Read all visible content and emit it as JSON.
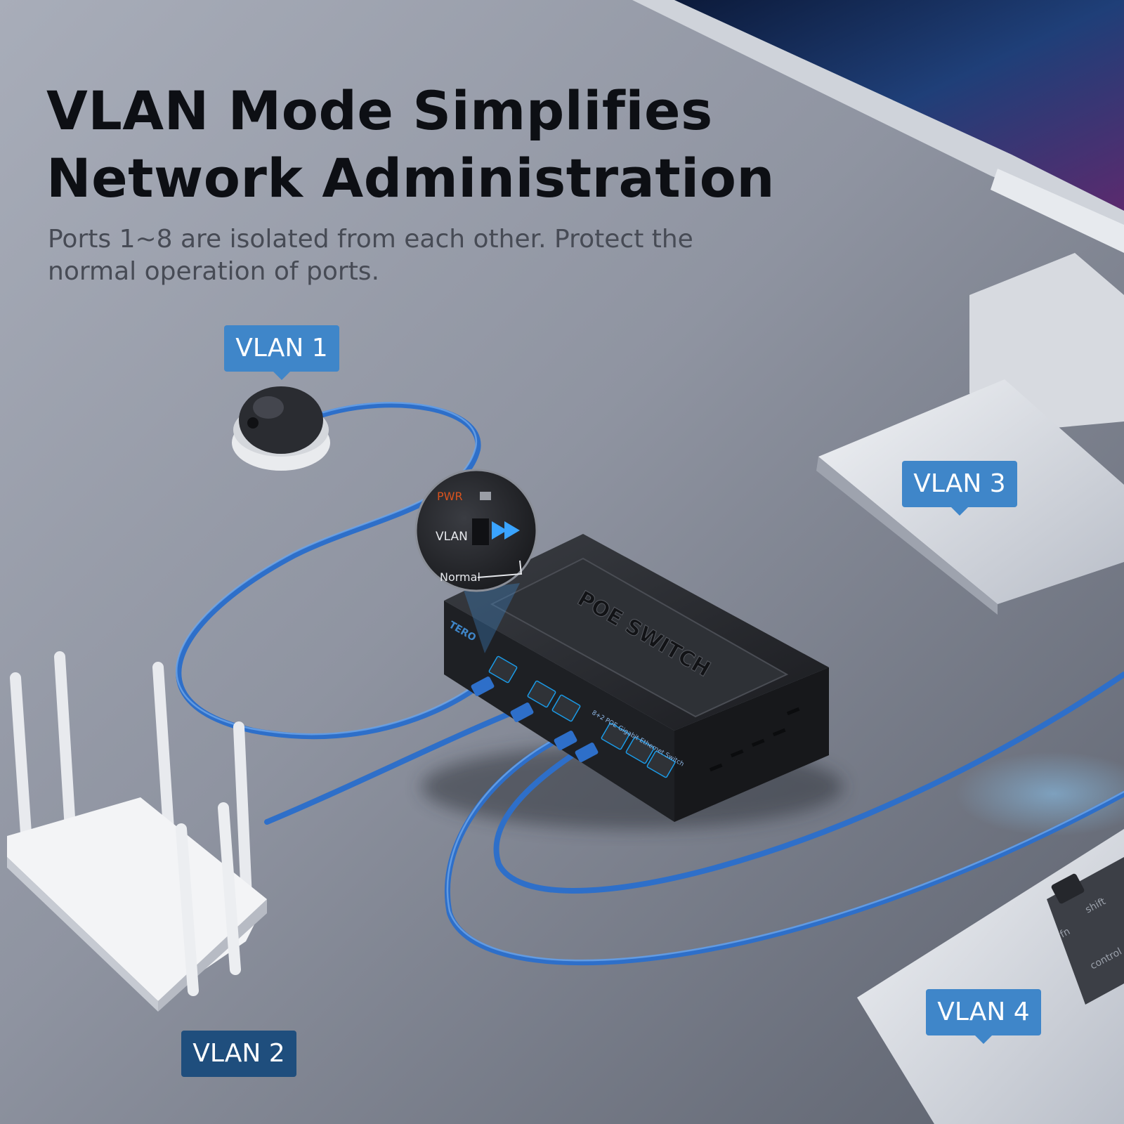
{
  "headline": {
    "line1": "VLAN Mode Simplifies",
    "line2": "Network Administration"
  },
  "subheadline": {
    "line1": "Ports 1~8 are isolated from each other. Protect the",
    "line2": "normal operation of ports."
  },
  "vlan_tags": {
    "vlan1": "VLAN 1",
    "vlan2": "VLAN 2",
    "vlan3": "VLAN 3",
    "vlan4": "VLAN 4"
  },
  "switch": {
    "brand": "TERO",
    "lid_text": "POE SWITCH",
    "front_label": "8+2 POE Gigabit Ethernet Switch"
  },
  "mode_zoom": {
    "pwr": "PWR",
    "vlan": "VLAN",
    "normal": "Normal"
  },
  "laptop_keys": {
    "shift": "shift",
    "fn": "fn",
    "control": "control"
  },
  "colors": {
    "tag_blue": "#3f86c9",
    "tag_dark": "#1f4e7d",
    "cable_blue": "#2e6fc9",
    "headline": "#0d0f14",
    "subheadline": "#474b55",
    "pwr_orange": "#d9531e"
  }
}
